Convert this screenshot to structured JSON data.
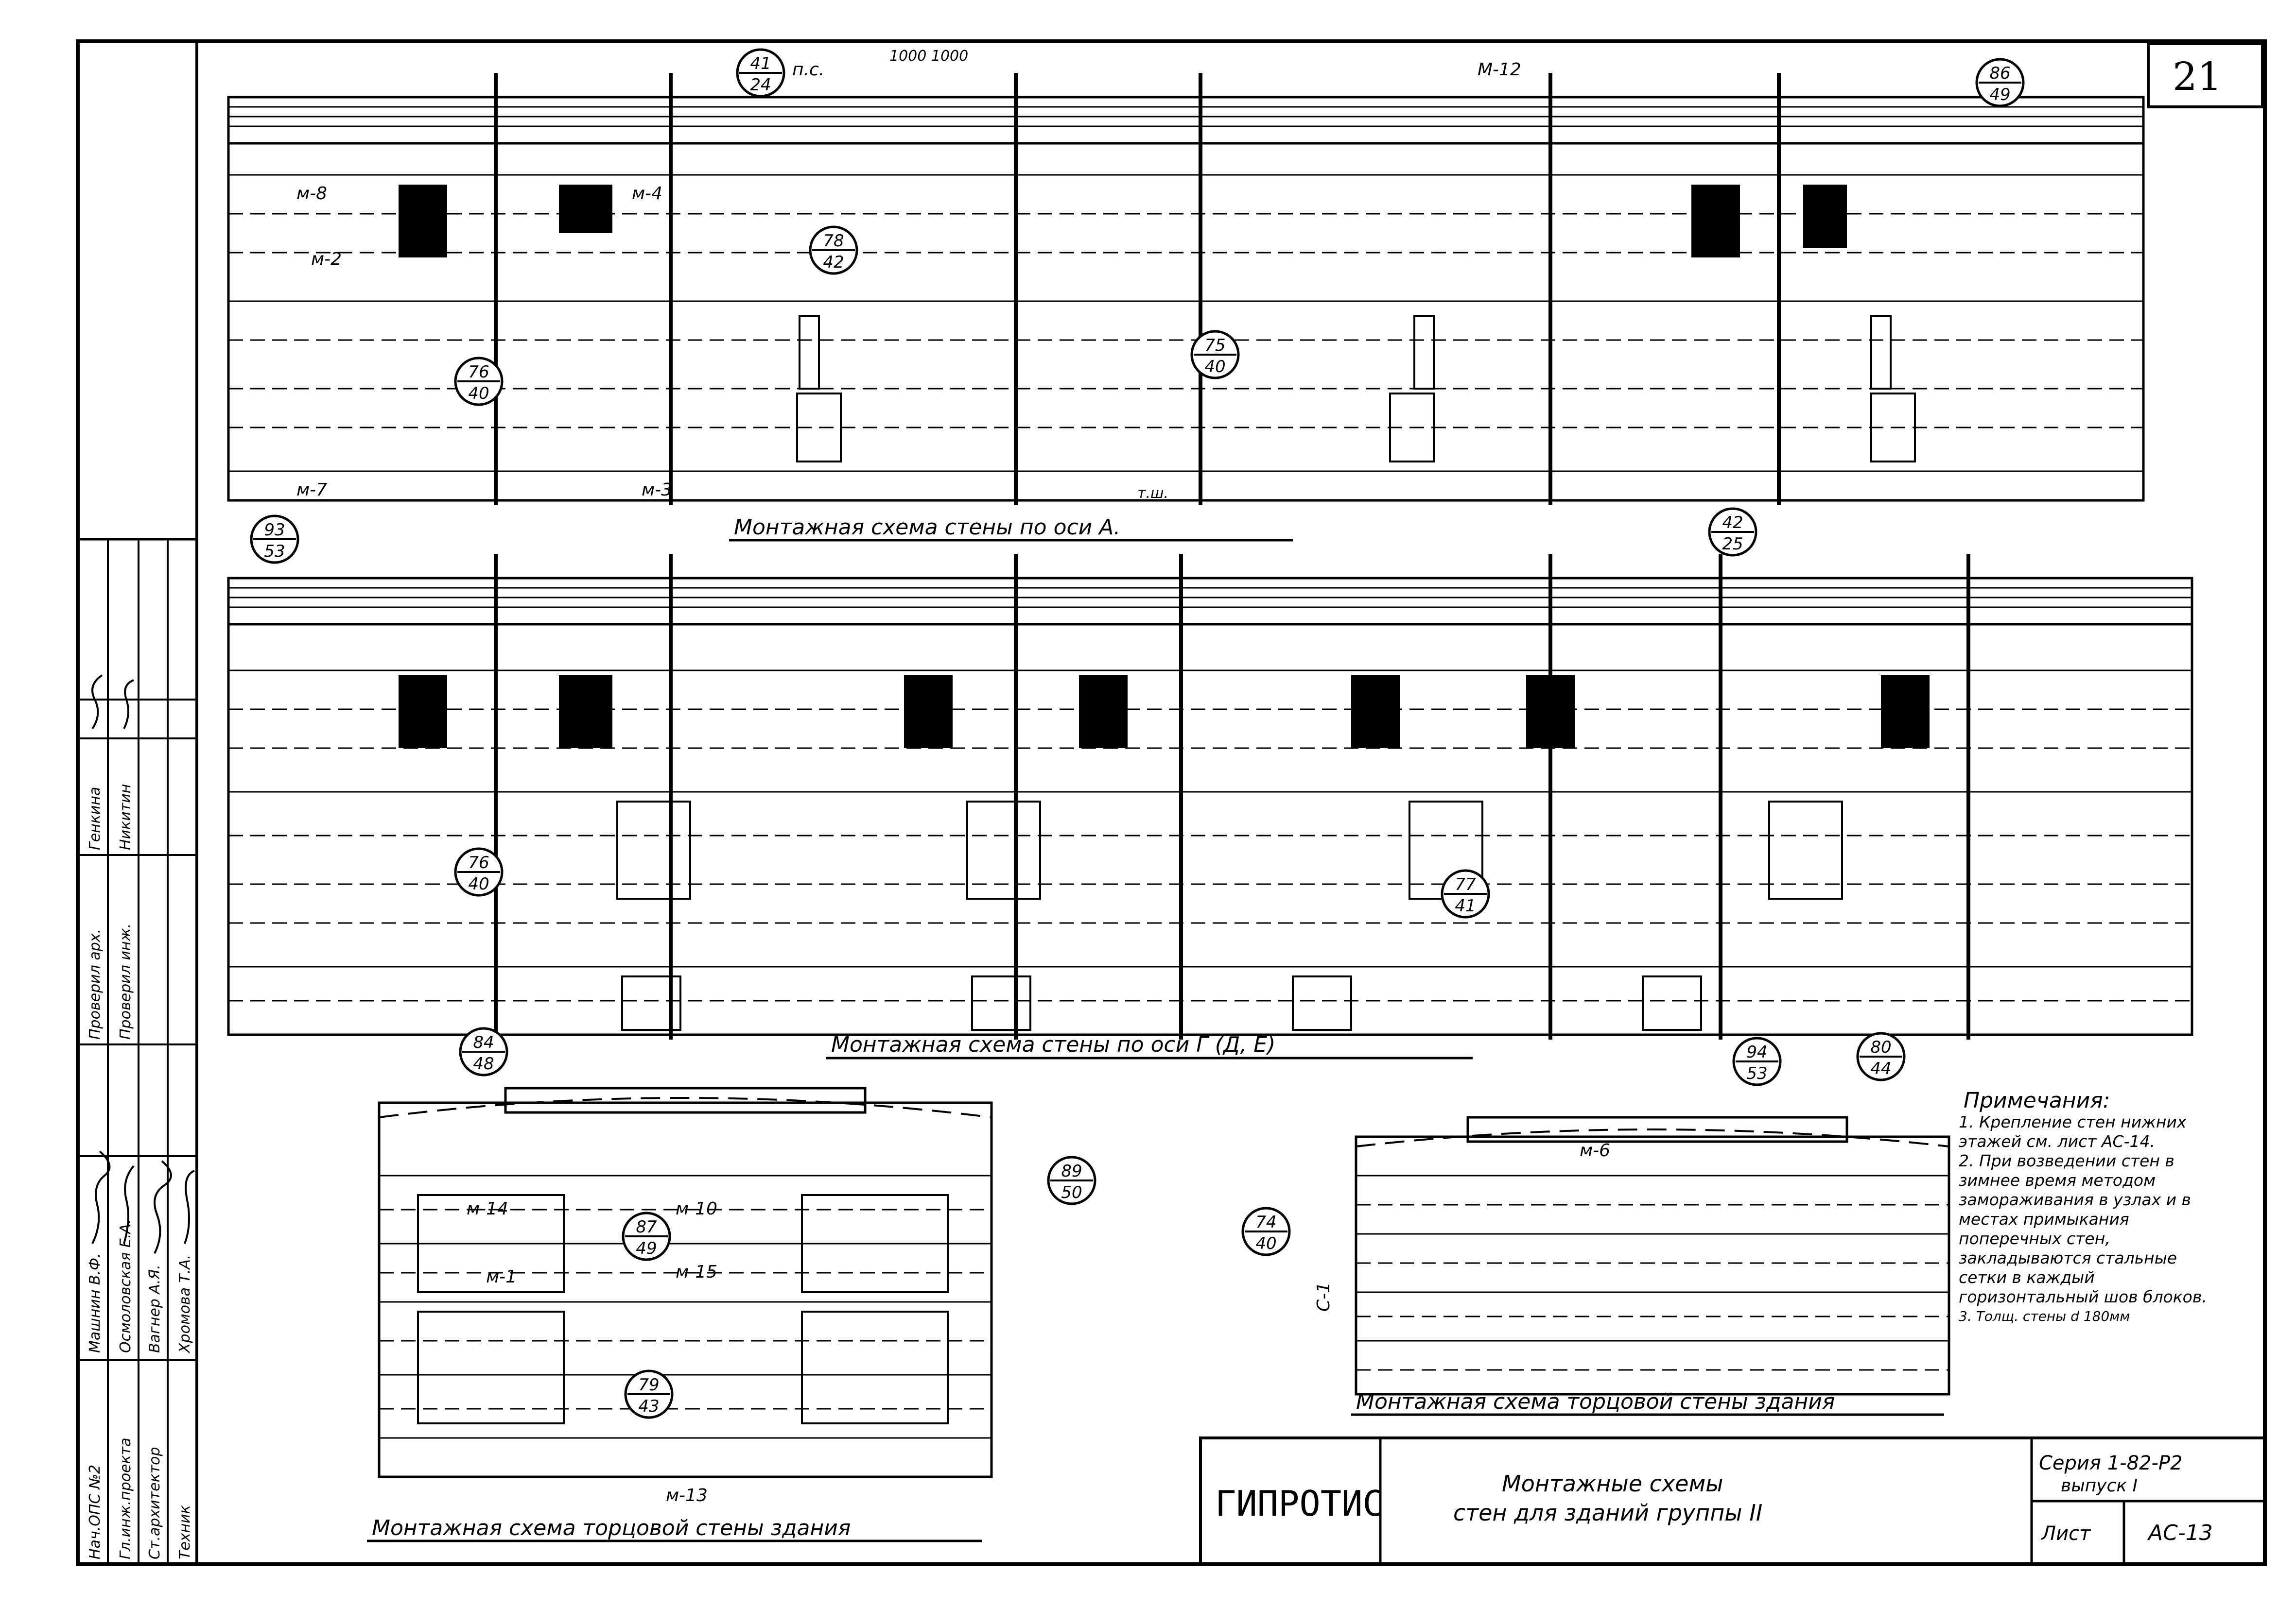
{
  "sheet_number": "21",
  "stamp": {
    "rows": [
      {
        "role": "Нач.ОПС №2",
        "name": "Машнин В.Ф."
      },
      {
        "role": "Гл.инж.проекта",
        "name": "Осмоловская Е.А."
      },
      {
        "role": "Ст.архитектор",
        "name": "Вагнер А.Я."
      },
      {
        "role": "Техник",
        "name": "Хромова Т.А."
      }
    ],
    "check_rows": [
      {
        "role": "Проверил арх.",
        "name": "Генкина"
      },
      {
        "role": "Проверил инж.",
        "name": "Никитин"
      }
    ]
  },
  "title_block": {
    "organization": "ГИПРОТИС",
    "title_line1": "Монтажные схемы",
    "title_line2": "стен для зданий группы II",
    "series_label": "Серия 1-82-Р2",
    "issue_label": "выпуск I",
    "list_label": "Лист",
    "list_value": "АС-13"
  },
  "captions": {
    "top": "Монтажная схема стены по оси А.",
    "middle": "Монтажная схема стены по оси Г (Д, Е)",
    "bottom_left": "Монтажная схема торцовой стены здания",
    "bottom_right": "Монтажная схема торцовой стены здания"
  },
  "notes": {
    "header": "Примечания:",
    "items": [
      "1. Крепление стен нижних этажей см. лист АС-14.",
      "2. При возведении стен в зимнее время методом замораживания в узлах и в местах примыкания поперечных стен, закладываются стальные сетки в каждый горизонтальный шов блоков.",
      "3. Толщ. стены d 180мм"
    ]
  },
  "detail_refs": [
    {
      "num": "41",
      "den": "24"
    },
    {
      "num": "86",
      "den": "49"
    },
    {
      "num": "78",
      "den": "42"
    },
    {
      "num": "76",
      "den": "40"
    },
    {
      "num": "75",
      "den": "40"
    },
    {
      "num": "93",
      "den": "53"
    },
    {
      "num": "42",
      "den": "25"
    },
    {
      "num": "76",
      "den": "40"
    },
    {
      "num": "77",
      "den": "41"
    },
    {
      "num": "84",
      "den": "48"
    },
    {
      "num": "94",
      "den": "53"
    },
    {
      "num": "80",
      "den": "44"
    },
    {
      "num": "89",
      "den": "50"
    },
    {
      "num": "87",
      "den": "49"
    },
    {
      "num": "79",
      "den": "43"
    },
    {
      "num": "74",
      "den": "40"
    }
  ],
  "marks": {
    "m2": "м-2",
    "m3": "м-3",
    "m4": "м-4",
    "m7": "м-7",
    "m8": "м-8",
    "m1": "м-1",
    "m6": "м-6",
    "m10": "м-10",
    "m12": "М-12",
    "m13": "м-13",
    "m14": "м-14",
    "m15": "м-15",
    "s1": "С-1",
    "ps": "п.с.",
    "tsh": "т.ш.",
    "dim": "1000 1000"
  }
}
